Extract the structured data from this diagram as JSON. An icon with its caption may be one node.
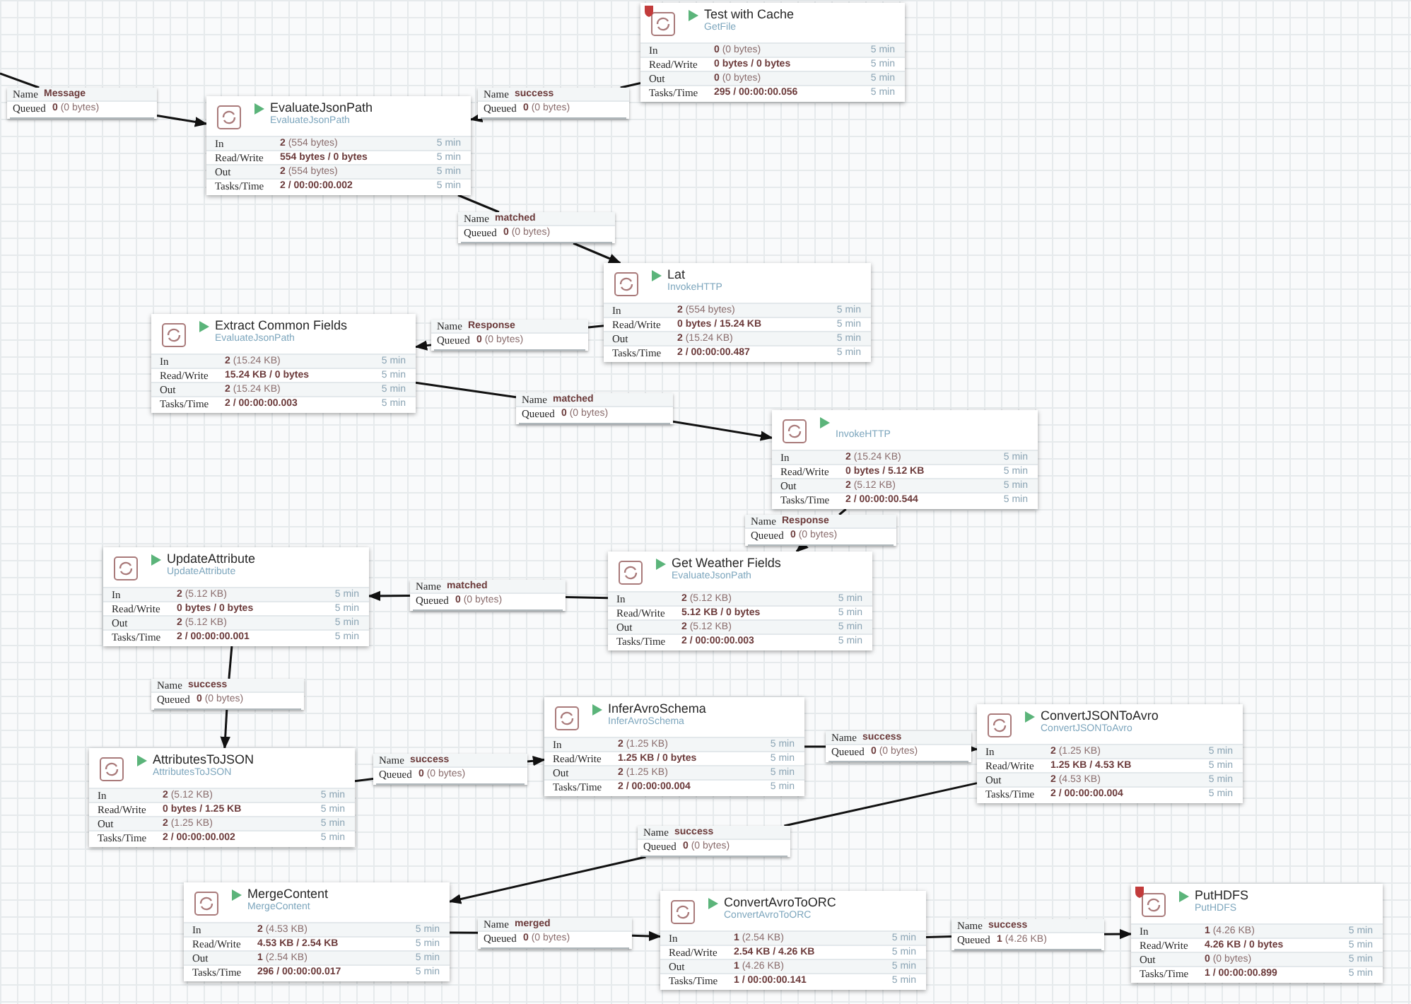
{
  "diagram": {
    "nodes": [
      {
        "text": [
          "Test with Cache",
          "GetFile",
          "In",
          "**0** (0 bytes)",
          "5 min",
          "Read/Write",
          "0 bytes / 0 bytes",
          "5 min",
          "Out",
          "**0** (0 bytes)",
          "5 min",
          "Tasks/Time",
          "295 / 00:00:00.056",
          "5 min"
        ]
      },
      {
        "text": [
          "Name",
          "Message",
          "Queued",
          "**0** (0 bytes)"
        ]
      },
      {
        "text": [
          "Name",
          "success",
          "Queued",
          "**0** (0 bytes)"
        ]
      },
      {
        "text": [
          "EvaluateJsonPath",
          "EvaluateJsonPath",
          "In",
          "**2** (554 bytes)",
          "5 min",
          "Read/Write",
          "554 bytes / 0 bytes",
          "5 min",
          "Out",
          "**2** (554 bytes)",
          "5 min",
          "Tasks/Time",
          "2 / 00:00:00.002",
          "5 min"
        ]
      },
      {
        "text": [
          "Name",
          "matched",
          "Queued",
          "**0** (0 bytes)"
        ]
      },
      {
        "text": [
          "Lat",
          "InvokeHTTP",
          "In",
          "**2** (554 bytes)",
          "5 min",
          "Read/Write",
          "0 bytes / 15.24 KB",
          "5 min",
          "Out",
          "**2** (15.24 KB)",
          "5 min",
          "Tasks/Time",
          "2 / 00:00:00.487",
          "5 min"
        ]
      },
      {
        "text": [
          "Extract Common Fields",
          "EvaluateJsonPath",
          "In",
          "**2** (15.24 KB)",
          "5 min",
          "Read/Write",
          "15.24 KB / 0 bytes",
          "5 min",
          "Out",
          "**2** (15.24 KB)",
          "5 min",
          "Tasks/Time",
          "2 / 00:00:00.003",
          "5 min"
        ]
      },
      {
        "text": [
          "Name",
          "Response",
          "Queued",
          "**0** (0 bytes)"
        ]
      },
      {
        "text": [
          "Name",
          "matched",
          "Queued",
          "**0** (0 bytes)"
        ]
      },
      {
        "text": [
          "InvokeHTTP",
          "In",
          "**2** (15.24 KB)",
          "5 min",
          "Read/Write",
          "0 bytes / 5.12 KB",
          "5 min",
          "Out",
          "**2** (5.12 KB)",
          "5 min",
          "Tasks/Time",
          "2 / 00:00:00.544",
          "5 min"
        ]
      },
      {
        "text": [
          "Name",
          "Response",
          "Queued",
          "**0** (0 bytes)"
        ]
      },
      {
        "text": [
          "UpdateAttribute",
          "UpdateAttribute",
          "In",
          "**2** (5.12 KB)",
          "5 min",
          "Read/Write",
          "0 bytes / 0 bytes",
          "5 min",
          "Out",
          "**2** (5.12 KB)",
          "5 min",
          "Tasks/Time",
          "2 / 00:00:00.001",
          "5 min"
        ]
      },
      {
        "text": [
          "Name",
          "matched",
          "Queued",
          "**0** (0 bytes)"
        ]
      },
      {
        "text": [
          "Get Weather Fields",
          "EvaluateJsonPath",
          "In",
          "**2** (5.12 KB)",
          "5 min",
          "Read/Write",
          "5.12 KB / 0 bytes",
          "5 min",
          "Out",
          "**2** (5.12 KB)",
          "5 min",
          "Tasks/Time",
          "2 / 00:00:00.003",
          "5 min"
        ]
      },
      {
        "text": [
          "Name",
          "success",
          "Queued",
          "**0** (0 bytes)"
        ]
      },
      {
        "text": [
          "InferAvroSchema",
          "InferAvroSchema",
          "In",
          "**2** (1.25 KB)",
          "5 min",
          "Read/Write",
          "1.25 KB / 0 bytes",
          "5 min",
          "Out",
          "**2** (1.25 KB)",
          "5 min",
          "Tasks/Time",
          "2 / 00:00:00.004",
          "5 min"
        ]
      },
      {
        "text": [
          "ConvertJSONToAvro",
          "ConvertJSONToAvro",
          "In",
          "**2** (1.25 KB)",
          "5 min",
          "Read/Write",
          "1.25 KB / 4.53 KB",
          "5 min",
          "Out",
          "**2** (4.53 KB)",
          "5 min",
          "Tasks/Time",
          "2 / 00:00:00.004",
          "5 min"
        ]
      },
      {
        "text": [
          "Name",
          "success",
          "Queued",
          "**0** (0 bytes)"
        ]
      },
      {
        "text": [
          "AttributesToJSON",
          "AttributesToJSON",
          "In",
          "**2** (5.12 KB)",
          "5 min",
          "Read/Write",
          "0 bytes / 1.25 KB",
          "5 min",
          "Out",
          "**2** (1.25 KB)",
          "5 min",
          "Tasks/Time",
          "2 / 00:00:00.002",
          "5 min"
        ]
      },
      {
        "text": [
          "Name",
          "success",
          "Queued",
          "**0** (0 bytes)"
        ]
      },
      {
        "text": [
          "Name",
          "success",
          "Queued",
          "**0** (0 bytes)"
        ]
      },
      {
        "text": [
          "MergeContent",
          "MergeContent",
          "In",
          "**2** (4.53 KB)",
          "5 min",
          "Read/Write",
          "4.53 KB / 2.54 KB",
          "5 min",
          "Out",
          "**1** (2.54 KB)",
          "5 min",
          "Tasks/Time",
          "296 / 00:00:00.017",
          "5 min"
        ]
      },
      {
        "text": [
          "ConvertAvroToORC",
          "ConvertAvroToORC",
          "In",
          "**1** (2.54 KB)",
          "5 min",
          "Read/Write",
          "2.54 KB / 4.26 KB",
          "5 min",
          "Out",
          "**1** (4.26 KB)",
          "5 min",
          "Tasks/Time",
          "1 / 00:00:00.141",
          "5 min"
        ]
      },
      {
        "text": [
          "Name",
          "merged",
          "Queued",
          "**0** (0 bytes)"
        ]
      },
      {
        "text": [
          "PutHDFS",
          "PutHDFS",
          "In",
          "**1** (4.26 KB)",
          "5 min",
          "Read/Write",
          "4.26 KB / 0 bytes",
          "5 min",
          "Out",
          "**0** (0 bytes)",
          "5 min",
          "Tasks/Time",
          "1 / 00:00:00.899",
          "5 min"
        ]
      },
      {
        "text": [
          "Name",
          "success",
          "Queued",
          "**1** (4.26 KB)"
        ]
      }
    ],
    "edges": [
      {
        "from": null,
        "to": 1,
        "arrow": "none"
      },
      {
        "from": 1,
        "to": 3,
        "arrow": "to"
      },
      {
        "from": 0,
        "to": 2,
        "arrow": "none"
      },
      {
        "from": 2,
        "to": 3,
        "arrow": "to"
      },
      {
        "from": 3,
        "to": 4,
        "arrow": "none"
      },
      {
        "from": 4,
        "to": 5,
        "arrow": "to"
      },
      {
        "from": 5,
        "to": 7,
        "arrow": "none"
      },
      {
        "from": 7,
        "to": 6,
        "arrow": "to"
      },
      {
        "from": 6,
        "to": 8,
        "arrow": "none"
      },
      {
        "from": 8,
        "to": 9,
        "arrow": "to"
      },
      {
        "from": 9,
        "to": 10,
        "arrow": "none"
      },
      {
        "from": 10,
        "to": 13,
        "arrow": "to"
      },
      {
        "from": 13,
        "to": 12,
        "arrow": "none"
      },
      {
        "from": 12,
        "to": 11,
        "arrow": "to"
      },
      {
        "from": 11,
        "to": 14,
        "arrow": "none"
      },
      {
        "from": 14,
        "to": 18,
        "arrow": "to"
      },
      {
        "from": 18,
        "to": 19,
        "arrow": "none"
      },
      {
        "from": 19,
        "to": 15,
        "arrow": "to"
      },
      {
        "from": 15,
        "to": 17,
        "arrow": "none"
      },
      {
        "from": 17,
        "to": 16,
        "arrow": "to"
      },
      {
        "from": 16,
        "to": 20,
        "arrow": "none"
      },
      {
        "from": 20,
        "to": 21,
        "arrow": "to"
      },
      {
        "from": 21,
        "to": 23,
        "arrow": "none"
      },
      {
        "from": 23,
        "to": 22,
        "arrow": "to"
      },
      {
        "from": 22,
        "to": 25,
        "arrow": "none"
      },
      {
        "from": 25,
        "to": 24,
        "arrow": "to"
      }
    ]
  }
}
